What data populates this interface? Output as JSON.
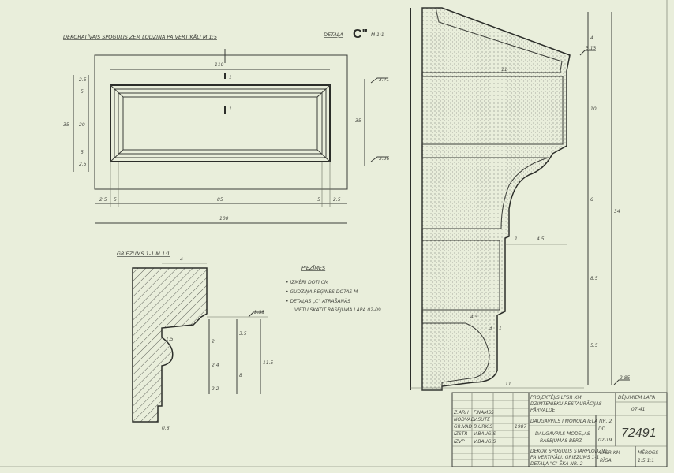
{
  "titles": {
    "mirror": "DEKORATĪVAIS SPOGULIS ZEM LODZIŅA PA VERTIKĀLI  M 1:5",
    "detail_prefix": "DETAĻA",
    "detail_letter": "C\"",
    "detail_scale": "M 1:1",
    "section": "GRIEZUMS 1-1  M 1:1"
  },
  "notes": {
    "heading": "PIEZĪMES",
    "items": [
      "• IZMĒRI DOTI CM",
      "• GUDZIŅA REĢĪNES DOTAS M",
      "• DETAĻAS „C\" ATRAŠANĀS",
      "VIETU SKATĪT RASĒJUMĀ LAPĀ 02-09."
    ]
  },
  "mirror_dims": {
    "top": "110",
    "bottom": "100",
    "b1": "2.5",
    "b2": "5",
    "b3": "85",
    "b4": "5",
    "b5": "2.5",
    "left1": "2.5",
    "left2": "5",
    "left3": "20",
    "left4": "5",
    "left5": "2.5",
    "left_total": "35",
    "right_total": "35",
    "section_mark": "1",
    "level_top": "3.71",
    "level_bottom": "3.36"
  },
  "section_dims": {
    "top": "4",
    "level": "3.35",
    "d1": "1.5",
    "d2": "2",
    "d3": "3.5",
    "d4": "2.4",
    "d5": "2.2",
    "d6": "8",
    "d7": "11.5",
    "bottom": "0.8"
  },
  "detail_dims": {
    "level_top": "3.13",
    "level_bottom": "2.85",
    "top_width": "11",
    "bottom_width": "11",
    "v1": "4",
    "v2": "10",
    "v3": "6",
    "v4": "8.5",
    "v5": "5.5",
    "total": "34",
    "w1": "4.5",
    "w2": "1",
    "w3": "4.5",
    "w4": "3",
    "w5": "1"
  },
  "title_block": {
    "org": "PROJEKTĒJIS LPSR KM",
    "org2": "DZIMTENIEKU RESTAURĀCIJAS",
    "org3": "PĀRVALDE",
    "object": "DAUGAVPILS I MONOLA IELA NR. 2",
    "drawing": "DAUGAVPILS MODEĻAS",
    "drawing2": "RASĒJUMAS BĒRZ",
    "sheet_desc1": "DEKOR SPOGULIS STARPLODZIŅ",
    "sheet_desc2": "PA VERTIKĀLI. GRIEZUMS 1-1",
    "sheet_desc3": "DETAĻA \"C\" ĒKA NR. 2",
    "archive_label": "DĒJUMIEM LAPA",
    "archive_no": "07-41",
    "number": "72491",
    "stage": "DD",
    "sheet": "02-19",
    "scale_label": "MĒROGS",
    "scale": "1:5 1:1",
    "issuer": "LPSR KM",
    "city": "RĪGA",
    "roles": [
      {
        "role": "Z.ARH",
        "name": "F.NAMSS"
      },
      {
        "role": "NODVAD",
        "name": "V.SUTE"
      },
      {
        "role": "GR.VAD",
        "name": "B.URKIS"
      },
      {
        "role": "IZSTR",
        "name": "V.BAUGIS"
      },
      {
        "role": "IZVP",
        "name": "V.BAUGIS"
      }
    ],
    "date": "1987"
  }
}
